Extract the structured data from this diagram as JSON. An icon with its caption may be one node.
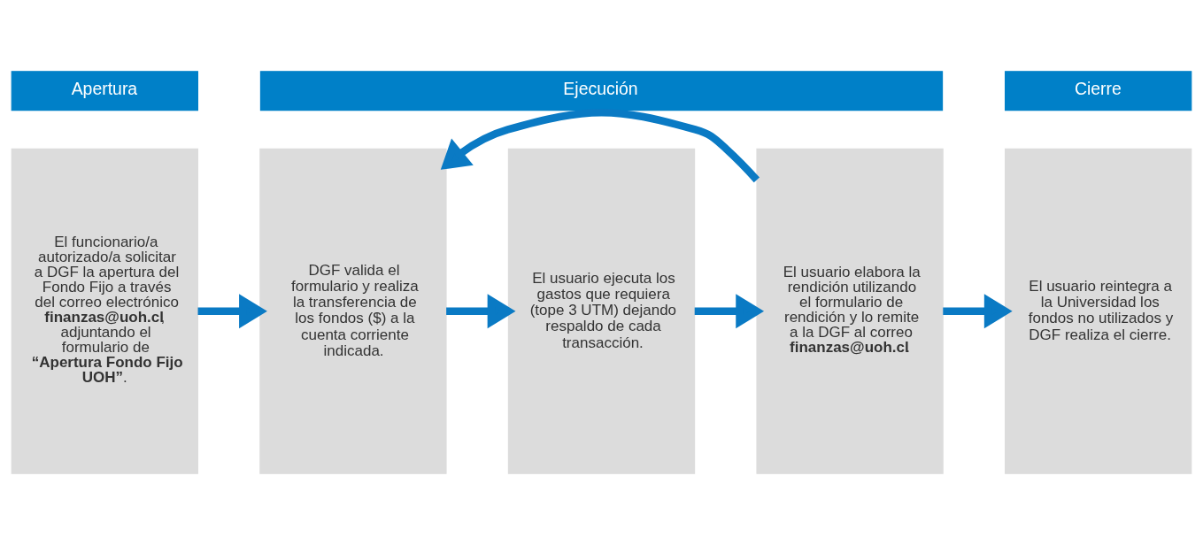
{
  "diagram": {
    "nodes": [
      {
        "text": [
          "Apertura"
        ]
      },
      {
        "text": [
          "Ejecución"
        ]
      },
      {
        "text": [
          "Cierre"
        ]
      },
      {
        "text": [
          "El funcionario/a autorizado/a solicitar a DGF la apertura del Fondo Fijo a través del correo electrónico **finanzas@uoh.cl**, adjuntando el formulario de **“Apertura Fondo Fijo UOH”**."
        ]
      },
      {
        "text": [
          "DGF valida el formulario y realiza la transferencia de los fondos ($) a la cuenta corriente indicada."
        ]
      },
      {
        "text": [
          "El usuario ejecuta los gastos que requiera (tope 3 UTM) dejando respaldo de cada transacción."
        ]
      },
      {
        "text": [
          "El usuario elabora la rendición utilizando el formulario de rendición y lo remite a la DGF al correo **finanzas@uoh.cl**."
        ]
      },
      {
        "text": [
          "El usuario reintegra a la Universidad los fondos no utilizados y DGF realiza el cierre."
        ]
      }
    ],
    "edges": [
      {
        "from": 3,
        "to": 4,
        "arrow": "to"
      },
      {
        "from": 4,
        "to": 5,
        "arrow": "to"
      },
      {
        "from": 5,
        "to": 6,
        "arrow": "to"
      },
      {
        "from": 6,
        "to": 7,
        "arrow": "to"
      },
      {
        "from": 6,
        "to": 4,
        "arrow": "to"
      }
    ]
  }
}
